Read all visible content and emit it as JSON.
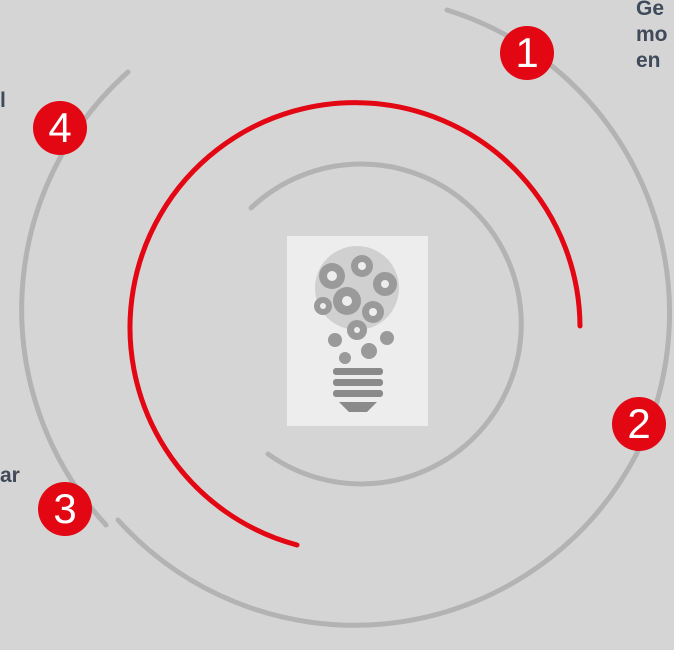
{
  "colors": {
    "background": "#d5d5d5",
    "ring": "#b3b3b3",
    "accent": "#e30613",
    "text": "#3f4a5a",
    "gear": "#9a9a9a"
  },
  "steps": [
    {
      "number": "1"
    },
    {
      "number": "2"
    },
    {
      "number": "3"
    },
    {
      "number": "4"
    }
  ],
  "labels": {
    "step1": "Ge\nmo\nen",
    "step4": "l",
    "step3": "ar"
  },
  "center": {
    "icon": "lightbulb-gears-icon"
  }
}
